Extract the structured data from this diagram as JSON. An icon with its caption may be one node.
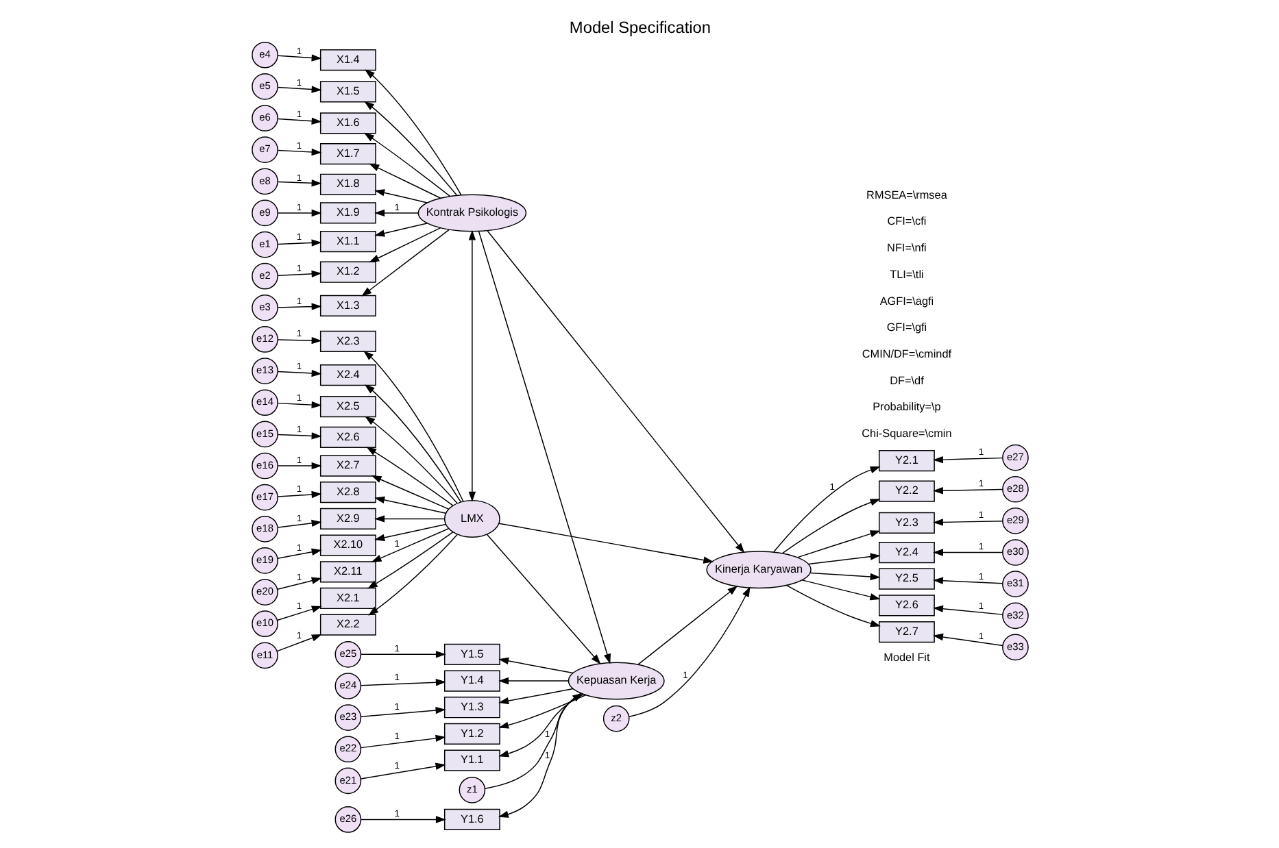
{
  "diagram": {
    "title": "Model Specification",
    "nodes": [
      {
        "text": [
          "e1"
        ]
      },
      {
        "text": [
          "e2"
        ]
      },
      {
        "text": [
          "e3"
        ]
      },
      {
        "text": [
          "e4"
        ]
      },
      {
        "text": [
          "e5"
        ]
      },
      {
        "text": [
          "e6"
        ]
      },
      {
        "text": [
          "e7"
        ]
      },
      {
        "text": [
          "e8"
        ]
      },
      {
        "text": [
          "e9"
        ]
      },
      {
        "text": [
          "X1.1"
        ]
      },
      {
        "text": [
          "X1.2"
        ]
      },
      {
        "text": [
          "X1.3"
        ]
      },
      {
        "text": [
          "X1.4"
        ]
      },
      {
        "text": [
          "X1.5"
        ]
      },
      {
        "text": [
          "X1.6"
        ]
      },
      {
        "text": [
          "X1.7"
        ]
      },
      {
        "text": [
          "X1.8"
        ]
      },
      {
        "text": [
          "X1.9"
        ]
      },
      {
        "text": [
          "Kontrak Psikologis"
        ]
      },
      {
        "text": [
          "e10"
        ]
      },
      {
        "text": [
          "e11"
        ]
      },
      {
        "text": [
          "e12"
        ]
      },
      {
        "text": [
          "e13"
        ]
      },
      {
        "text": [
          "e14"
        ]
      },
      {
        "text": [
          "e15"
        ]
      },
      {
        "text": [
          "e16"
        ]
      },
      {
        "text": [
          "e17"
        ]
      },
      {
        "text": [
          "e18"
        ]
      },
      {
        "text": [
          "e19"
        ]
      },
      {
        "text": [
          "e20"
        ]
      },
      {
        "text": [
          "X2.1"
        ]
      },
      {
        "text": [
          "X2.2"
        ]
      },
      {
        "text": [
          "X2.3"
        ]
      },
      {
        "text": [
          "X2.4"
        ]
      },
      {
        "text": [
          "X2.5"
        ]
      },
      {
        "text": [
          "X2.6"
        ]
      },
      {
        "text": [
          "X2.7"
        ]
      },
      {
        "text": [
          "X2.8"
        ]
      },
      {
        "text": [
          "X2.9"
        ]
      },
      {
        "text": [
          "X2.10"
        ]
      },
      {
        "text": [
          "X2.11"
        ]
      },
      {
        "text": [
          "LMX"
        ]
      },
      {
        "text": [
          "e26"
        ]
      },
      {
        "text": [
          "e25"
        ]
      },
      {
        "text": [
          "e24"
        ]
      },
      {
        "text": [
          "e23"
        ]
      },
      {
        "text": [
          "e22"
        ]
      },
      {
        "text": [
          "e21"
        ]
      },
      {
        "text": [
          "Y1.6"
        ]
      },
      {
        "text": [
          "Y1.5"
        ]
      },
      {
        "text": [
          "Y1.4"
        ]
      },
      {
        "text": [
          "Y1.3"
        ]
      },
      {
        "text": [
          "Y1.2"
        ]
      },
      {
        "text": [
          "Y1.1"
        ]
      },
      {
        "text": [
          "Kepuasan Kerja"
        ]
      },
      {
        "text": [
          "z1"
        ]
      },
      {
        "text": [
          "z2"
        ]
      },
      {
        "text": [
          "Kinerja Karyawan"
        ]
      },
      {
        "text": [
          "Y2.1"
        ]
      },
      {
        "text": [
          "Y2.2"
        ]
      },
      {
        "text": [
          "Y2.3"
        ]
      },
      {
        "text": [
          "Y2.4"
        ]
      },
      {
        "text": [
          "Y2.5"
        ]
      },
      {
        "text": [
          "Y2.6"
        ]
      },
      {
        "text": [
          "Y2.7"
        ]
      },
      {
        "text": [
          "e27"
        ]
      },
      {
        "text": [
          "e28"
        ]
      },
      {
        "text": [
          "e29"
        ]
      },
      {
        "text": [
          "e30"
        ]
      },
      {
        "text": [
          "e31"
        ]
      },
      {
        "text": [
          "e32"
        ]
      },
      {
        "text": [
          "e33"
        ]
      }
    ],
    "edges": [
      {
        "from": 0,
        "to": 9,
        "arrow": "to",
        "label": "1"
      },
      {
        "from": 1,
        "to": 10,
        "arrow": "to",
        "label": "1"
      },
      {
        "from": 2,
        "to": 11,
        "arrow": "to",
        "label": "1"
      },
      {
        "from": 3,
        "to": 12,
        "arrow": "to",
        "label": "1"
      },
      {
        "from": 4,
        "to": 13,
        "arrow": "to",
        "label": "1"
      },
      {
        "from": 5,
        "to": 14,
        "arrow": "to",
        "label": "1"
      },
      {
        "from": 6,
        "to": 15,
        "arrow": "to",
        "label": "1"
      },
      {
        "from": 7,
        "to": 16,
        "arrow": "to",
        "label": "1"
      },
      {
        "from": 8,
        "to": 17,
        "arrow": "to",
        "label": "1"
      },
      {
        "from": 18,
        "to": 9,
        "arrow": "to"
      },
      {
        "from": 18,
        "to": 10,
        "arrow": "to"
      },
      {
        "from": 18,
        "to": 11,
        "arrow": "to"
      },
      {
        "from": 18,
        "to": 12,
        "arrow": "to"
      },
      {
        "from": 18,
        "to": 13,
        "arrow": "to"
      },
      {
        "from": 18,
        "to": 14,
        "arrow": "to"
      },
      {
        "from": 18,
        "to": 15,
        "arrow": "to"
      },
      {
        "from": 18,
        "to": 16,
        "arrow": "to"
      },
      {
        "from": 18,
        "to": 17,
        "arrow": "to",
        "label": "1"
      },
      {
        "from": 19,
        "to": 30,
        "arrow": "to",
        "label": "1"
      },
      {
        "from": 20,
        "to": 31,
        "arrow": "to",
        "label": "1"
      },
      {
        "from": 21,
        "to": 32,
        "arrow": "to",
        "label": "1"
      },
      {
        "from": 22,
        "to": 33,
        "arrow": "to",
        "label": "1"
      },
      {
        "from": 23,
        "to": 34,
        "arrow": "to",
        "label": "1"
      },
      {
        "from": 24,
        "to": 35,
        "arrow": "to",
        "label": "1"
      },
      {
        "from": 25,
        "to": 36,
        "arrow": "to",
        "label": "1"
      },
      {
        "from": 26,
        "to": 37,
        "arrow": "to",
        "label": "1"
      },
      {
        "from": 27,
        "to": 38,
        "arrow": "to",
        "label": "1"
      },
      {
        "from": 28,
        "to": 39,
        "arrow": "to",
        "label": "1"
      },
      {
        "from": 29,
        "to": 40,
        "arrow": "to",
        "label": "1"
      },
      {
        "from": 41,
        "to": 30,
        "arrow": "to"
      },
      {
        "from": 41,
        "to": 31,
        "arrow": "to"
      },
      {
        "from": 41,
        "to": 32,
        "arrow": "to"
      },
      {
        "from": 41,
        "to": 33,
        "arrow": "to"
      },
      {
        "from": 41,
        "to": 34,
        "arrow": "to"
      },
      {
        "from": 41,
        "to": 35,
        "arrow": "to"
      },
      {
        "from": 41,
        "to": 36,
        "arrow": "to"
      },
      {
        "from": 41,
        "to": 37,
        "arrow": "to"
      },
      {
        "from": 41,
        "to": 38,
        "arrow": "to"
      },
      {
        "from": 41,
        "to": 39,
        "arrow": "to"
      },
      {
        "from": 41,
        "to": 40,
        "arrow": "to",
        "label": "1"
      },
      {
        "from": 42,
        "to": 48,
        "arrow": "to",
        "label": "1"
      },
      {
        "from": 43,
        "to": 49,
        "arrow": "to",
        "label": "1"
      },
      {
        "from": 44,
        "to": 50,
        "arrow": "to",
        "label": "1"
      },
      {
        "from": 45,
        "to": 51,
        "arrow": "to",
        "label": "1"
      },
      {
        "from": 46,
        "to": 52,
        "arrow": "to",
        "label": "1"
      },
      {
        "from": 47,
        "to": 53,
        "arrow": "to",
        "label": "1"
      },
      {
        "from": 54,
        "to": 48,
        "arrow": "to",
        "label": "1"
      },
      {
        "from": 54,
        "to": 49,
        "arrow": "to"
      },
      {
        "from": 54,
        "to": 50,
        "arrow": "to"
      },
      {
        "from": 54,
        "to": 51,
        "arrow": "to"
      },
      {
        "from": 54,
        "to": 52,
        "arrow": "to"
      },
      {
        "from": 54,
        "to": 53,
        "arrow": "to"
      },
      {
        "from": 55,
        "to": 54,
        "arrow": "to",
        "label": "1"
      },
      {
        "from": 56,
        "to": 57,
        "arrow": "to",
        "label": "1"
      },
      {
        "from": 57,
        "to": 58,
        "arrow": "to",
        "label": "1"
      },
      {
        "from": 57,
        "to": 59,
        "arrow": "to"
      },
      {
        "from": 57,
        "to": 60,
        "arrow": "to"
      },
      {
        "from": 57,
        "to": 61,
        "arrow": "to"
      },
      {
        "from": 57,
        "to": 62,
        "arrow": "to"
      },
      {
        "from": 57,
        "to": 63,
        "arrow": "to"
      },
      {
        "from": 57,
        "to": 64,
        "arrow": "to"
      },
      {
        "from": 65,
        "to": 58,
        "arrow": "to",
        "label": "1"
      },
      {
        "from": 66,
        "to": 59,
        "arrow": "to",
        "label": "1"
      },
      {
        "from": 67,
        "to": 60,
        "arrow": "to",
        "label": "1"
      },
      {
        "from": 68,
        "to": 61,
        "arrow": "to",
        "label": "1"
      },
      {
        "from": 69,
        "to": 62,
        "arrow": "to",
        "label": "1"
      },
      {
        "from": 70,
        "to": 63,
        "arrow": "to",
        "label": "1"
      },
      {
        "from": 71,
        "to": 64,
        "arrow": "to",
        "label": "1"
      },
      {
        "from": 18,
        "to": 54,
        "arrow": "to"
      },
      {
        "from": 18,
        "to": 57,
        "arrow": "to"
      },
      {
        "from": 41,
        "to": 54,
        "arrow": "to"
      },
      {
        "from": 41,
        "to": 57,
        "arrow": "to"
      },
      {
        "from": 54,
        "to": 57,
        "arrow": "to"
      },
      {
        "from": 18,
        "to": 41,
        "arrow": "both"
      }
    ],
    "labels": [
      "Model Fit",
      "Chi-Square=\\cmin",
      "Probability=\\p",
      "DF=\\df",
      "CMIN/DF=\\cmindf",
      "GFI=\\gfi",
      "AGFI=\\agfi",
      "TLI=\\tli",
      "NFI=\\nfi",
      "CFI=\\cfi",
      "RMSEA=\\rmsea"
    ]
  }
}
